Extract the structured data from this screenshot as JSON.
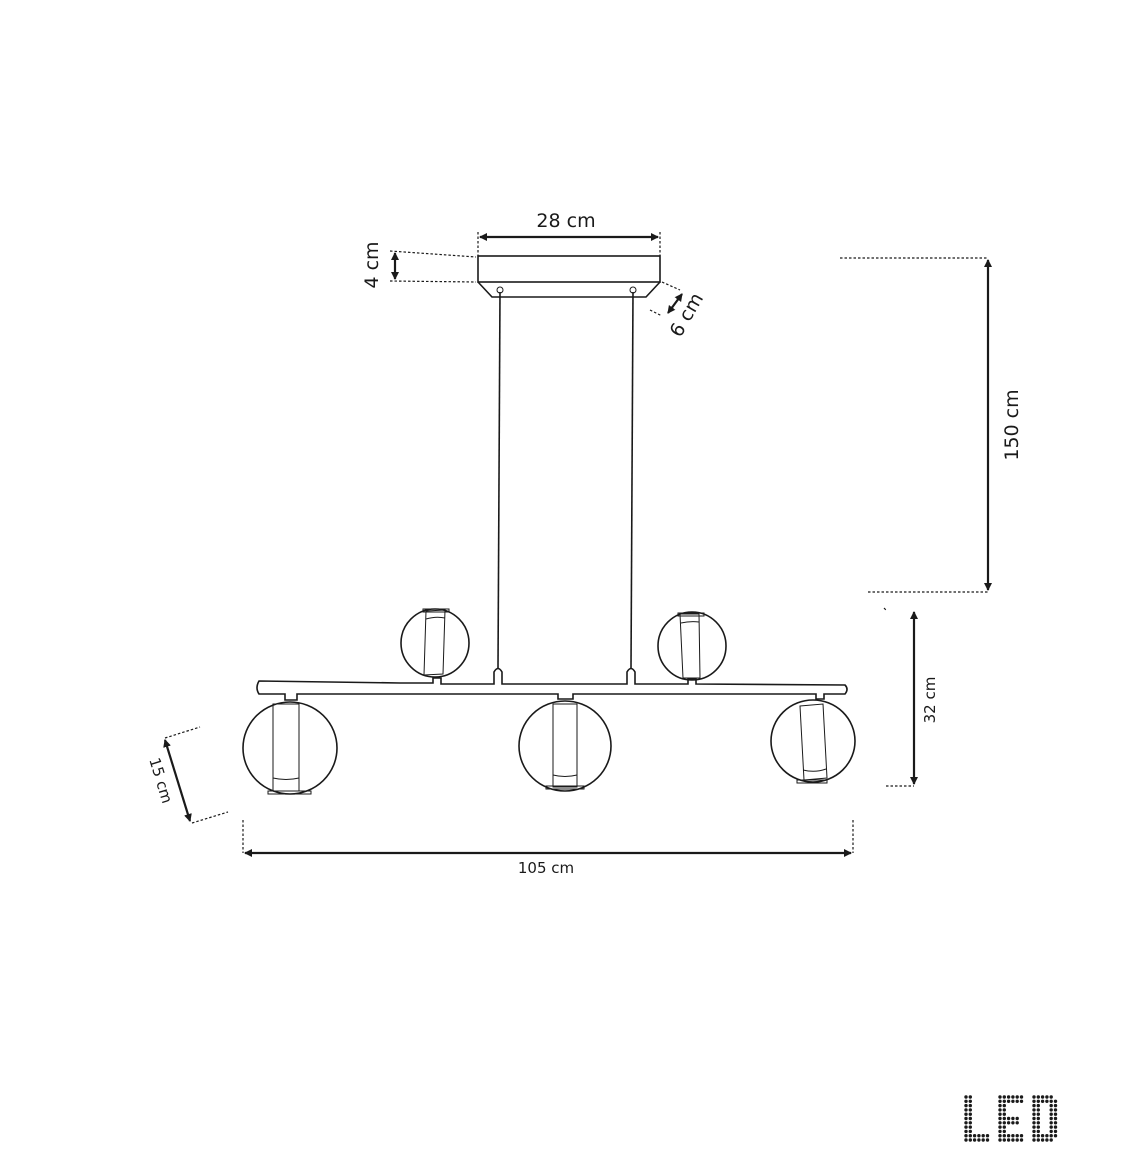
{
  "dimensions": {
    "canopy_width": "28 cm",
    "canopy_height": "4 cm",
    "canopy_depth": "6 cm",
    "suspension_height": "150 cm",
    "fixture_height": "32 cm",
    "globe_diameter": "15 cm",
    "total_width": "105 cm"
  },
  "logo": {
    "text": "LED"
  },
  "colors": {
    "line": "#1a1a1a",
    "background": "#ffffff"
  }
}
